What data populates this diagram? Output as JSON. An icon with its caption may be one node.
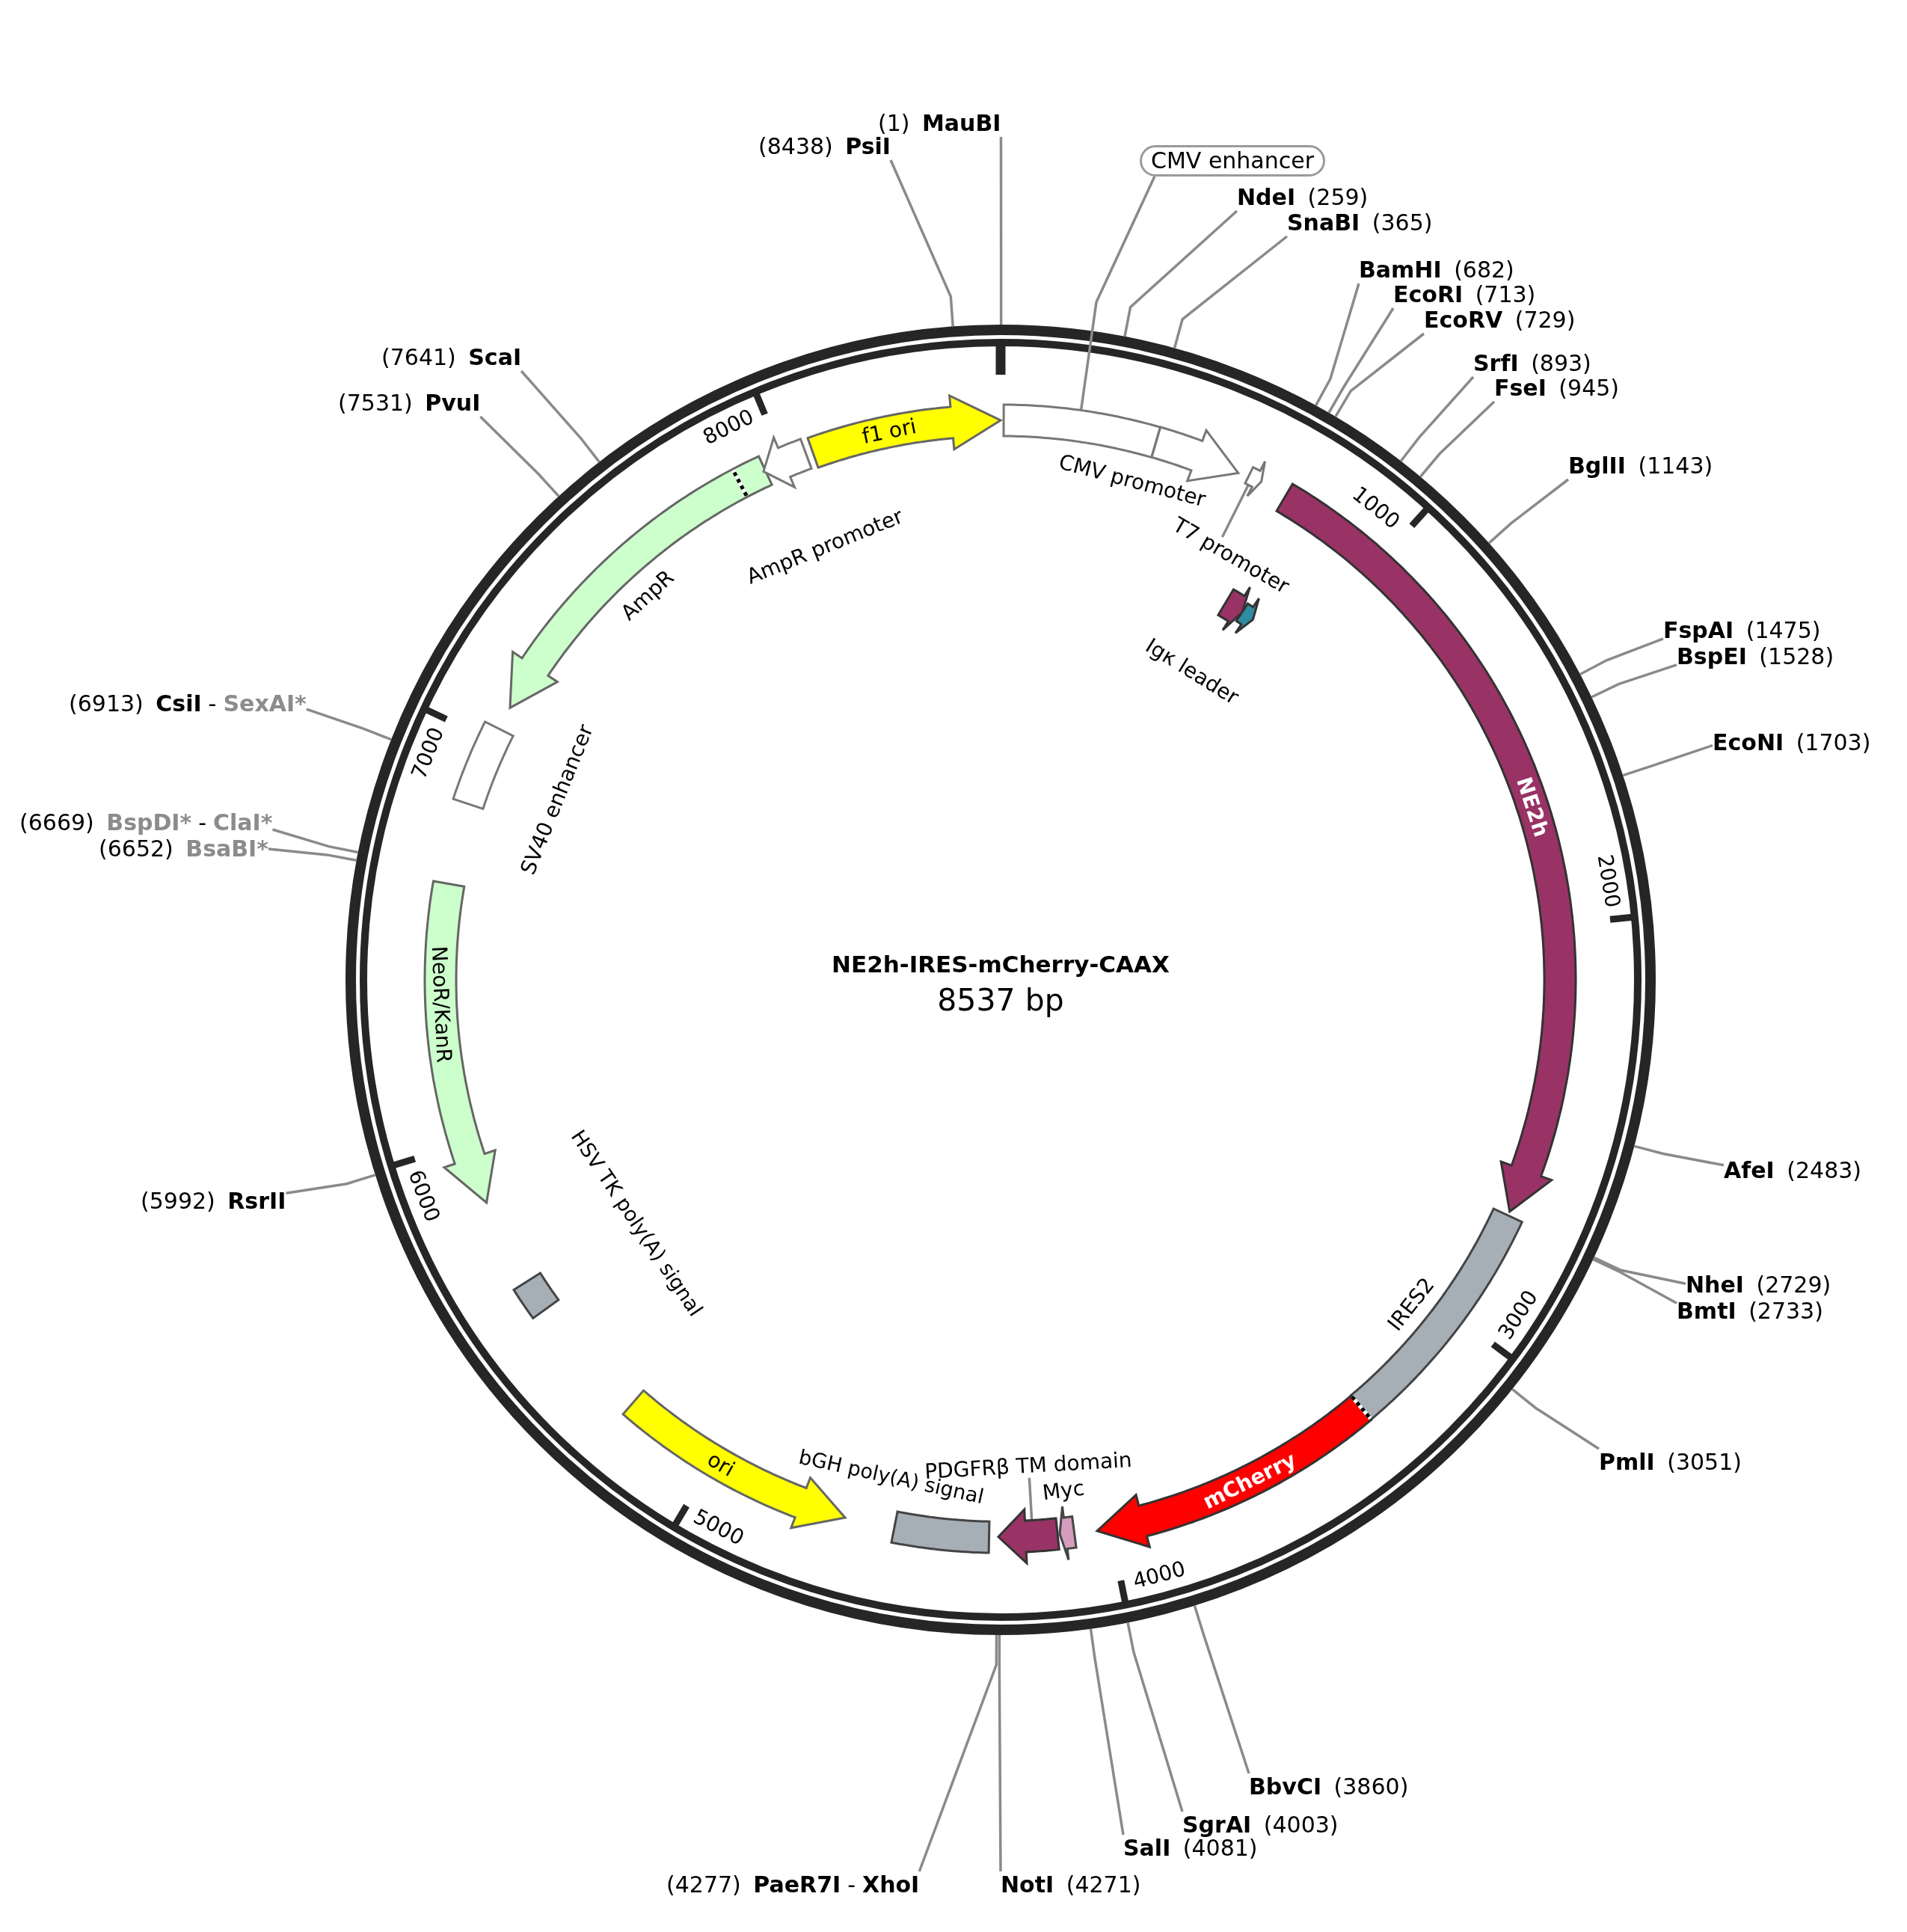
{
  "diagram": {
    "title": "NE2h-IRES-mCherry-CAAX",
    "nodes": [
      {
        "text": [
          "(1)",
          "MauBI"
        ]
      },
      {
        "text": [
          "CMV enhancer"
        ]
      },
      {
        "text": [
          "NdeI",
          "(259)"
        ]
      },
      {
        "text": [
          "SnaBI",
          "(365)"
        ]
      },
      {
        "text": [
          "BamHI",
          "(682)"
        ]
      },
      {
        "text": [
          "EcoRI",
          "(713)"
        ]
      },
      {
        "text": [
          "EcoRV",
          "(729)"
        ]
      },
      {
        "text": [
          "SrfI",
          "(893)"
        ]
      },
      {
        "text": [
          "FseI",
          "(945)"
        ]
      },
      {
        "text": [
          "BglII",
          "(1143)"
        ]
      },
      {
        "text": [
          "FspAI",
          "(1475)"
        ]
      },
      {
        "text": [
          "BspEI",
          "(1528)"
        ]
      },
      {
        "text": [
          "EcoNI",
          "(1703)"
        ]
      },
      {
        "text": [
          "AfeI",
          "(2483)"
        ]
      },
      {
        "text": [
          "NheI",
          "(2729)"
        ]
      },
      {
        "text": [
          "BmtI",
          "(2733)"
        ]
      },
      {
        "text": [
          "PmlI",
          "(3051)"
        ]
      },
      {
        "text": [
          "BbvCI",
          "(3860)"
        ]
      },
      {
        "text": [
          "SgrAI",
          "(4003)"
        ]
      },
      {
        "text": [
          "SalI",
          "(4081)"
        ]
      },
      {
        "text": [
          "NotI",
          "(4271)"
        ]
      },
      {
        "text": [
          "(4277)",
          "PaeR7I",
          "-",
          "XhoI"
        ]
      },
      {
        "text": [
          "(5992)",
          "RsrII"
        ]
      },
      {
        "text": [
          "(6652)",
          "BsaBI*"
        ]
      },
      {
        "text": [
          "(6669)",
          "BspDI*",
          "-",
          "ClaI*"
        ]
      },
      {
        "text": [
          "(6913)",
          "CsiI",
          "-",
          "SexAI*"
        ]
      },
      {
        "text": [
          "(7531)",
          "PvuI"
        ]
      },
      {
        "text": [
          "(7641)",
          "ScaI"
        ]
      },
      {
        "text": [
          "(8438)",
          "PsiI"
        ]
      },
      {
        "text": [
          "f1 ori"
        ]
      },
      {
        "text": [],
        "shape": "box"
      },
      {
        "text": [
          "CMV promoter"
        ]
      },
      {
        "text": [
          "T7 promoter"
        ]
      },
      {
        "text": [],
        "shape": "arrow"
      },
      {
        "text": [
          "Igκ leader"
        ]
      },
      {
        "text": [],
        "shape": "arrow"
      },
      {
        "text": [
          "NE2h"
        ]
      },
      {
        "text": [
          "IRES2"
        ]
      },
      {
        "text": [
          "mCherry"
        ]
      },
      {
        "text": [
          "Myc"
        ]
      },
      {
        "text": [
          "PDGFRβ TM domain"
        ]
      },
      {
        "text": [],
        "shape": "arrow"
      },
      {
        "text": [
          "bGH poly(A) signal"
        ]
      },
      {
        "text": [
          "ori"
        ]
      },
      {
        "text": [
          "HSV TK poly(A) signal"
        ]
      },
      {
        "text": [
          "NeoR/KanR"
        ]
      },
      {
        "text": [
          "SV40 enhancer"
        ]
      },
      {
        "text": [
          "AmpR"
        ]
      },
      {
        "text": [
          "AmpR promoter"
        ]
      }
    ],
    "edges": [
      {
        "from": 0,
        "to": null,
        "arrow": "none"
      },
      {
        "from": 2,
        "to": null,
        "arrow": "none"
      },
      {
        "from": 3,
        "to": null,
        "arrow": "none"
      },
      {
        "from": 4,
        "to": null,
        "arrow": "none"
      },
      {
        "from": 5,
        "to": null,
        "arrow": "none"
      },
      {
        "from": 6,
        "to": null,
        "arrow": "none"
      },
      {
        "from": 7,
        "to": null,
        "arrow": "none"
      },
      {
        "from": 8,
        "to": null,
        "arrow": "none"
      },
      {
        "from": 9,
        "to": null,
        "arrow": "none"
      },
      {
        "from": 10,
        "to": null,
        "arrow": "none"
      },
      {
        "from": 11,
        "to": null,
        "arrow": "none"
      },
      {
        "from": 12,
        "to": null,
        "arrow": "none"
      },
      {
        "from": 13,
        "to": null,
        "arrow": "none"
      },
      {
        "from": 14,
        "to": null,
        "arrow": "none"
      },
      {
        "from": 15,
        "to": null,
        "arrow": "none"
      },
      {
        "from": 16,
        "to": null,
        "arrow": "none"
      },
      {
        "from": 17,
        "to": null,
        "arrow": "none"
      },
      {
        "from": 18,
        "to": null,
        "arrow": "none"
      },
      {
        "from": 19,
        "to": null,
        "arrow": "none"
      },
      {
        "from": 20,
        "to": null,
        "arrow": "none"
      },
      {
        "from": 21,
        "to": null,
        "arrow": "none"
      },
      {
        "from": 22,
        "to": null,
        "arrow": "none"
      },
      {
        "from": 23,
        "to": null,
        "arrow": "none"
      },
      {
        "from": 24,
        "to": null,
        "arrow": "none"
      },
      {
        "from": 25,
        "to": null,
        "arrow": "none"
      },
      {
        "from": 26,
        "to": null,
        "arrow": "none"
      },
      {
        "from": 27,
        "to": null,
        "arrow": "none"
      },
      {
        "from": 28,
        "to": null,
        "arrow": "none"
      },
      {
        "from": 1,
        "to": 30,
        "arrow": "none"
      },
      {
        "from": 32,
        "to": 33,
        "arrow": "none"
      },
      {
        "from": 40,
        "to": 41,
        "arrow": "none"
      }
    ],
    "labels": [
      "1000",
      "2000",
      "3000",
      "4000",
      "5000",
      "6000",
      "7000",
      "8000",
      "8537 bp"
    ]
  }
}
